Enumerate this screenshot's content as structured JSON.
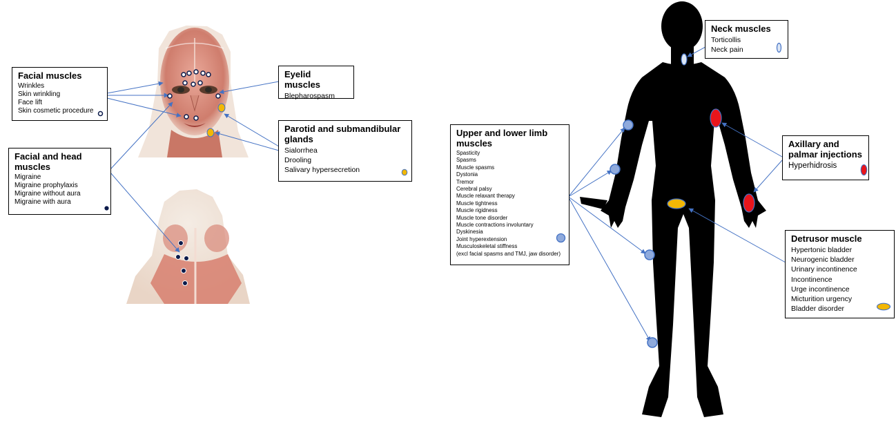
{
  "boxes": {
    "facial": {
      "title": "Facial muscles",
      "items": [
        "Wrinkles",
        "Skin wrinkling",
        "Face lift",
        "Skin cosmetic procedure"
      ]
    },
    "head": {
      "title": "Facial and head muscles",
      "items": [
        "Migraine",
        "Migraine prophylaxis",
        "Migraine without aura",
        "Migraine with aura"
      ]
    },
    "eyelid": {
      "title": "Eyelid muscles",
      "items": [
        "Blepharospasm"
      ]
    },
    "parotid": {
      "title": "Parotid and submandibular glands",
      "items": [
        "Sialorrhea",
        "Drooling",
        "Salivary hypersecretion"
      ]
    },
    "limb": {
      "title": "Upper and lower limb muscles",
      "items": [
        "Spasticity",
        "Spasms",
        "Muscle spasms",
        "Dystonia",
        "Tremor",
        "Cerebral palsy",
        "Muscle relaxant therapy",
        "Muscle tightness",
        "Muscle rigidness",
        "Muscle tone disorder",
        "Muscle contractions involuntary",
        "Dyskinesia",
        "Joint hyperextension",
        "Musculoskeletal stiffness",
        "(excl facial spasms and TMJ, jaw disorder)"
      ]
    },
    "neck": {
      "title": "Neck muscles",
      "items": [
        "Torticollis",
        "Neck pain"
      ]
    },
    "axillary": {
      "title": "Axillary and palmar injections",
      "items": [
        "Hyperhidrosis"
      ]
    },
    "detrusor": {
      "title": "Detrusor muscle",
      "items": [
        "Hypertonic bladder",
        "Neurogenic bladder",
        "Urinary incontinence",
        "Incontinence",
        "Urge incontinence",
        "Micturition urgency",
        "Bladder disorder"
      ]
    }
  },
  "colors": {
    "facial_marker": "#ffffff",
    "head_marker": "#0b1a4a",
    "gland_marker": "#f2b705",
    "limb_marker": "#8faadc",
    "neck_marker": "#dce6f5",
    "sweat_marker": "#e8151b",
    "bladder_marker": "#f2b705",
    "connector": "#4472c4",
    "skin": "#d98e7f",
    "skin_light": "#f3e2d6",
    "silhouette": "#000000"
  }
}
